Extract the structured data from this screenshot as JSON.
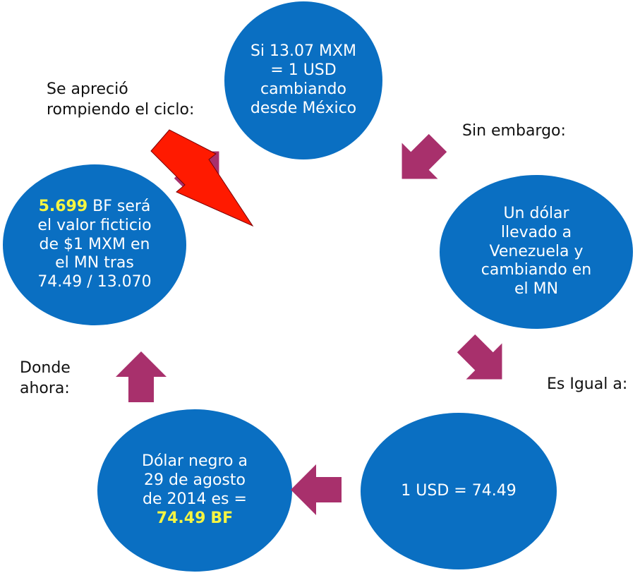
{
  "circles": {
    "top": {
      "lines": [
        "Si 13.07 MXM",
        "= 1 USD",
        "cambiando",
        "desde México"
      ]
    },
    "right": {
      "lines": [
        "Un dólar",
        "llevado a",
        "Venezuela y",
        "cambiando en",
        "el MN"
      ]
    },
    "bottom_right": {
      "text": "1 USD = 74.49"
    },
    "bottom_left": {
      "lines": [
        "Dólar negro a",
        "29 de agosto",
        "de 2014 es ="
      ],
      "highlight": "74.49",
      "unit": "BF"
    },
    "left": {
      "highlight": "5.699",
      "first_line_rest": " BF será",
      "lines": [
        "el valor ficticio",
        "de $1 MXM en",
        "el MN tras",
        "74.49 / 13.070"
      ]
    }
  },
  "labels": {
    "top_left": [
      "Se apreció",
      "rompiendo el ciclo:"
    ],
    "sin_embargo": "Sin embargo:",
    "es_igual": "Es Igual a:",
    "donde_ahora": [
      "Donde",
      "ahora:"
    ]
  },
  "colors": {
    "circle_fill": "#0a6fc2",
    "arrow_fill": "#a8306c",
    "lightning_fill": "#ff1a00",
    "highlight_text": "#f5f542"
  }
}
